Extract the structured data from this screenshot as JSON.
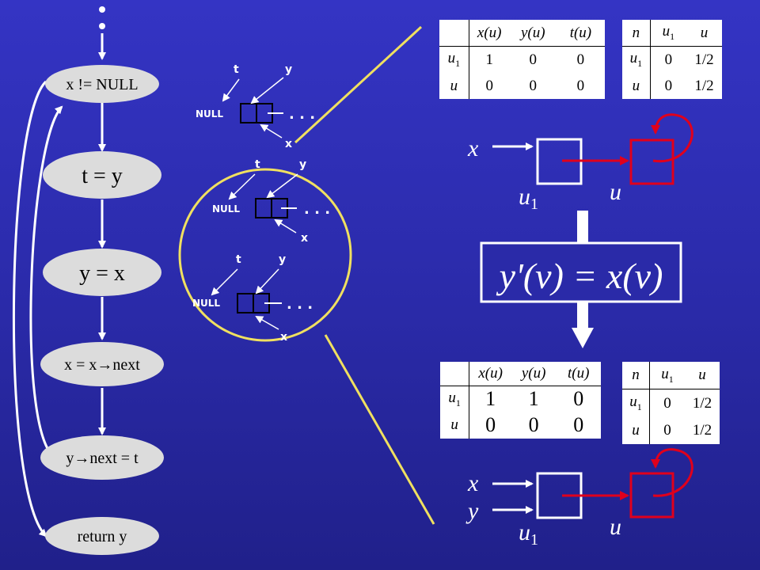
{
  "flow": {
    "nodes": [
      "x != NULL",
      "t = y",
      "y = x",
      "x = x→next",
      "y→next = t",
      "return y"
    ]
  },
  "pointer_snapshots": [
    {
      "t": "t",
      "y": "y",
      "x": "x",
      "null": "NULL"
    },
    {
      "t": "t",
      "y": "y",
      "x": "x",
      "null": "NULL"
    },
    {
      "t": "t",
      "y": "y",
      "x": "x",
      "null": "NULL"
    }
  ],
  "table_before": {
    "columns": [
      "",
      "x(u)",
      "y(u)",
      "t(u)"
    ],
    "rows": [
      [
        "u1",
        "1",
        "0",
        "0"
      ],
      [
        "u",
        "0",
        "0",
        "0"
      ]
    ]
  },
  "table_before_n": {
    "columns": [
      "n",
      "u1",
      "u"
    ],
    "rows": [
      [
        "u1",
        "0",
        "1/2"
      ],
      [
        "u",
        "0",
        "1/2"
      ]
    ]
  },
  "table_after": {
    "columns": [
      "",
      "x(u)",
      "y(u)",
      "t(u)"
    ],
    "rows": [
      [
        "u1",
        "1",
        "1",
        "0"
      ],
      [
        "u",
        "0",
        "0",
        "0"
      ]
    ]
  },
  "table_after_n": {
    "columns": [
      "n",
      "u1",
      "u"
    ],
    "rows": [
      [
        "u1",
        "0",
        "1/2"
      ],
      [
        "u",
        "0",
        "1/2"
      ]
    ]
  },
  "structure_top": {
    "var_x": "x",
    "node1_label": "u",
    "node1_sub": "1",
    "node2_label": "u"
  },
  "structure_bottom": {
    "var_x": "x",
    "var_y": "y",
    "node1_label": "u",
    "node1_sub": "1",
    "node2_label": "u"
  },
  "formula": "y'(v) = x(v)",
  "colors": {
    "background": "#2a2aa8",
    "flow_node": "#dcdcdc",
    "magnifier": "#f0e060",
    "summary_node_red": "#e0001c",
    "formula_box": "#ffffff"
  }
}
